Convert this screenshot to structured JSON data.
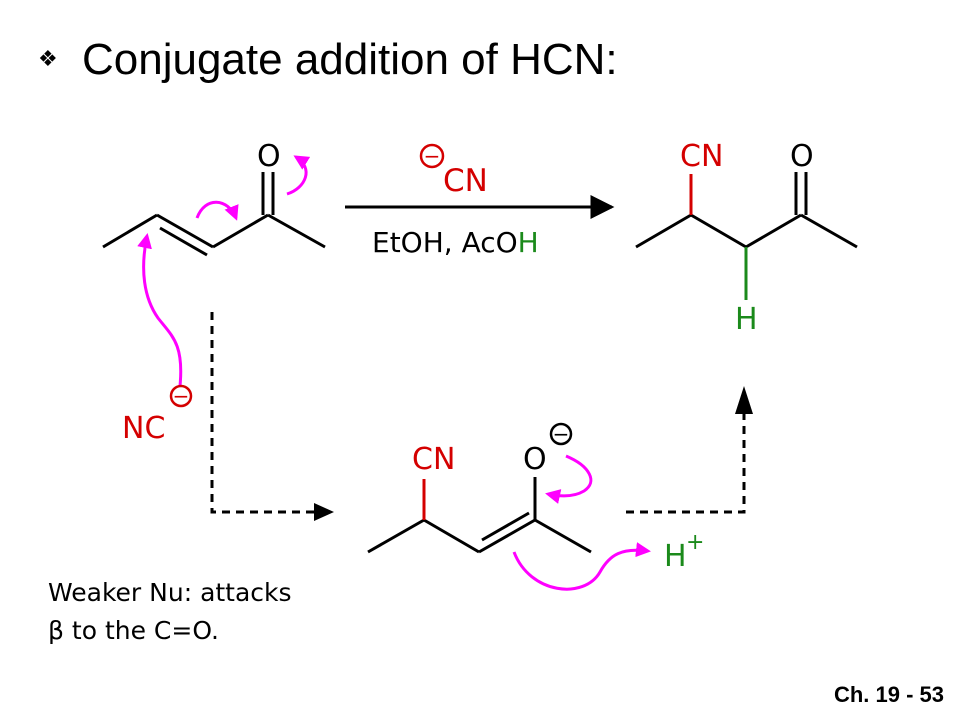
{
  "slide": {
    "title": "Conjugate addition of HCN:",
    "bullet_icon": "diamond-bullet-icon",
    "page_number": "Ch. 19 - 53",
    "note_line1": "Weaker Nu: attacks",
    "note_line2": "β to the C=O."
  },
  "reaction": {
    "reagent_minus": "−",
    "reagent_cn": "CN",
    "conditions_part1": "EtOH, AcO",
    "conditions_h": "H"
  },
  "labels": {
    "oxygen": "O",
    "nucleophile": "NC",
    "nucleophile_charge": "−",
    "cn_group": "CN",
    "hydrogen": "H",
    "proton_h": "H",
    "proton_plus": "+",
    "enolate_charge": "−"
  },
  "colors": {
    "cyanide": "#d40000",
    "hydrogen": "#1b8a1b",
    "arrows": "#ff00ff",
    "bonds": "#000000"
  }
}
